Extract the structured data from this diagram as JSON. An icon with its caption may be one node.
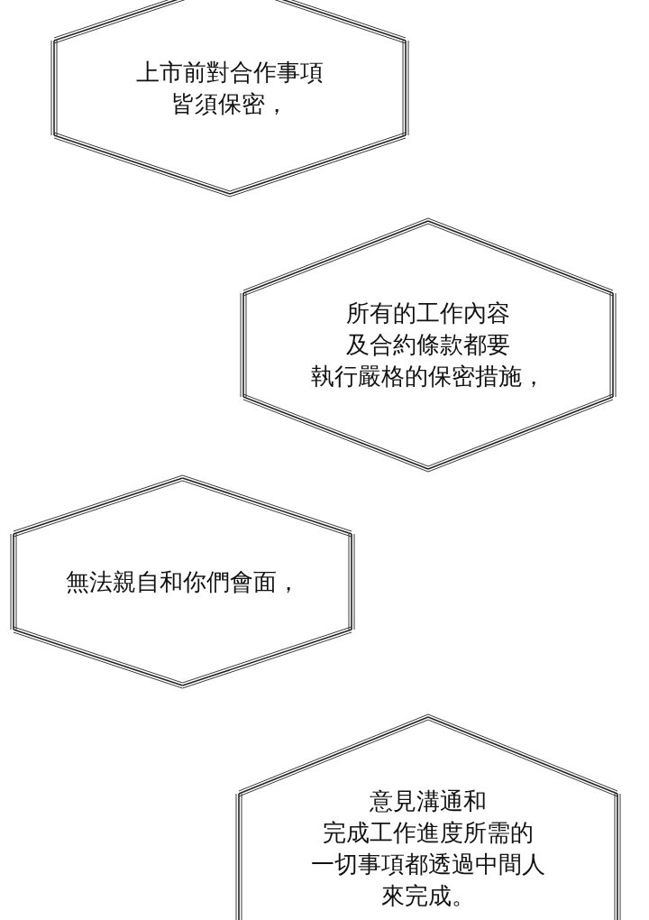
{
  "diagram": {
    "nodes": [
      {
        "text": [
          "上市前對合作事項皆須保密，"
        ]
      },
      {
        "text": [
          "所有的工作內容及合約條款都要執行嚴格的保密措施，"
        ]
      },
      {
        "text": [
          "無法親自和你們會面，"
        ]
      },
      {
        "text": [
          "意見溝通和完成工作進度所需的一切事項都透過中間人來完成。"
        ]
      }
    ]
  }
}
